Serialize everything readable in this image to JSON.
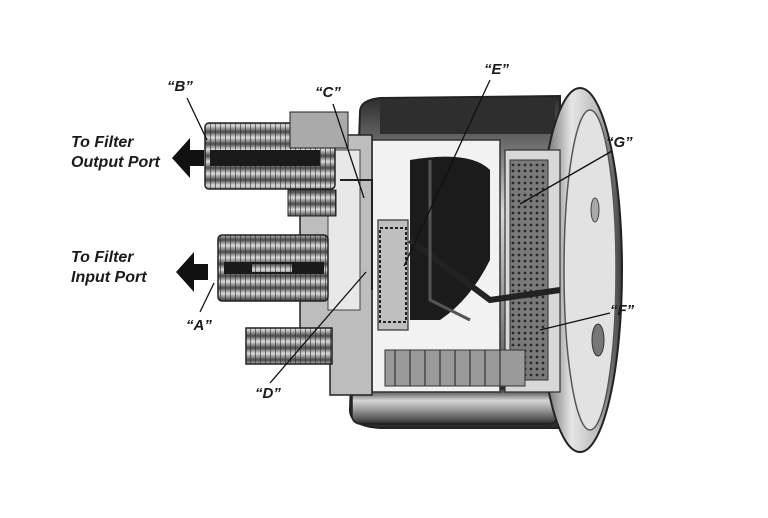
{
  "labels": {
    "output_port_line1": "To Filter",
    "output_port_line2": "Output Port",
    "input_port_line1": "To Filter",
    "input_port_line2": "Input Port"
  },
  "callouts": {
    "A": "“A”",
    "B": "“B”",
    "C": "“C”",
    "D": "“D”",
    "E": "“E”",
    "F": "“F”",
    "G": "“G”"
  },
  "colors": {
    "metal_dark": "#3a3a3a",
    "metal_mid": "#8c8c8c",
    "metal_light": "#d9d9d9",
    "arrow": "#111111"
  }
}
